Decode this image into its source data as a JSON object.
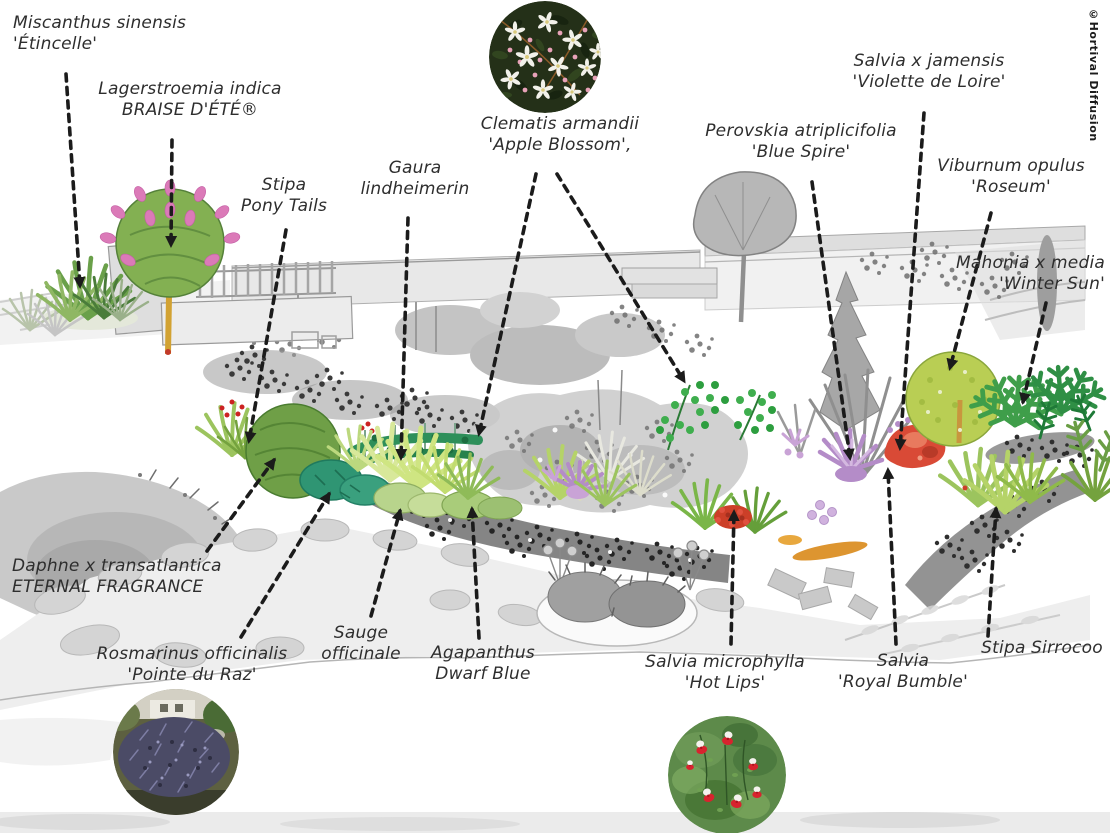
{
  "copyright": "©Hortival Diffusion",
  "labels": [
    {
      "id": "miscanthus",
      "lines": [
        "Miscanthus sinensis",
        "'Étincelle'"
      ]
    },
    {
      "id": "lagerstroemia",
      "lines": [
        "Lagerstroemia indica",
        "BRAISE D'ÉTÉ®"
      ]
    },
    {
      "id": "stipa-pony-tails",
      "lines": [
        "Stipa",
        "Pony Tails"
      ]
    },
    {
      "id": "gaura",
      "lines": [
        "Gaura",
        "lindheimerin"
      ]
    },
    {
      "id": "clematis",
      "lines": [
        "Clematis armandii",
        "'Apple Blossom',"
      ]
    },
    {
      "id": "perovskia",
      "lines": [
        "Perovskia atriplicifolia",
        "'Blue Spire'"
      ]
    },
    {
      "id": "salvia-jamensis",
      "lines": [
        "Salvia x jamensis",
        "'Violette de Loire'"
      ]
    },
    {
      "id": "viburnum",
      "lines": [
        "Viburnum opulus",
        "'Roseum'"
      ]
    },
    {
      "id": "mahonia",
      "lines": [
        "Mahonia x media",
        "'Winter Sun'"
      ]
    },
    {
      "id": "daphne",
      "lines": [
        "Daphne x transatlantica",
        "ETERNAL FRAGRANCE"
      ]
    },
    {
      "id": "rosmarinus",
      "lines": [
        "Rosmarinus officinalis",
        "'Pointe du Raz'"
      ]
    },
    {
      "id": "sauge",
      "lines": [
        "Sauge",
        "officinale"
      ]
    },
    {
      "id": "agapanthus",
      "lines": [
        "Agapanthus",
        "Dwarf Blue"
      ]
    },
    {
      "id": "salvia-microphylla",
      "lines": [
        "Salvia microphylla",
        "'Hot Lips'"
      ]
    },
    {
      "id": "salvia-royal-bumble",
      "lines": [
        "Salvia",
        "'Royal Bumble'"
      ]
    },
    {
      "id": "stipa-sirrocoo",
      "lines": [
        "Stipa Sirrocoo"
      ]
    }
  ],
  "photos": [
    {
      "id": "clematis-armandii-photo"
    },
    {
      "id": "rosmarinus-photo"
    },
    {
      "id": "salvia-hot-lips-photo"
    }
  ],
  "palette": {
    "paper": "#ffffff",
    "ink": "#1b1b1b",
    "wash_gray": "#c9c9c9",
    "green_bright": "#3fae4e",
    "green_olive": "#6f9f47",
    "green_teal": "#2f9573",
    "green_lime": "#c2dc70",
    "green_tree": "#b9ce54",
    "pink_bloom": "#db7ab8",
    "purple": "#b48cc8",
    "red": "#d94a36",
    "orange": "#dd9530",
    "trunk_tan": "#d2a232"
  }
}
